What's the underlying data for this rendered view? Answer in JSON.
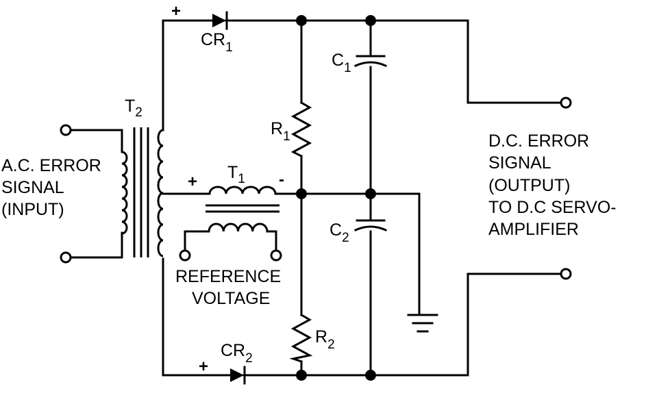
{
  "labels": {
    "t2": {
      "main": "T",
      "sub": "2"
    },
    "t1": {
      "main": "T",
      "sub": "1"
    },
    "cr1": {
      "main": "CR",
      "sub": "1"
    },
    "cr2": {
      "main": "CR",
      "sub": "2"
    },
    "c1": {
      "main": "C",
      "sub": "1"
    },
    "c2": {
      "main": "C",
      "sub": "2"
    },
    "r1": {
      "main": "R",
      "sub": "1"
    },
    "r2": {
      "main": "R",
      "sub": "2"
    }
  },
  "signs": {
    "cr1_plus": "+",
    "cr2_plus": "+",
    "t1_plus": "+",
    "t1_minus": "-"
  },
  "input_text": [
    "A.C. ERROR",
    "SIGNAL",
    "(INPUT)"
  ],
  "reference_text": [
    "REFERENCE",
    "VOLTAGE"
  ],
  "output_text": [
    "D.C. ERROR",
    "SIGNAL",
    "(OUTPUT)",
    "TO D.C SERVO-",
    "AMPLIFIER"
  ]
}
